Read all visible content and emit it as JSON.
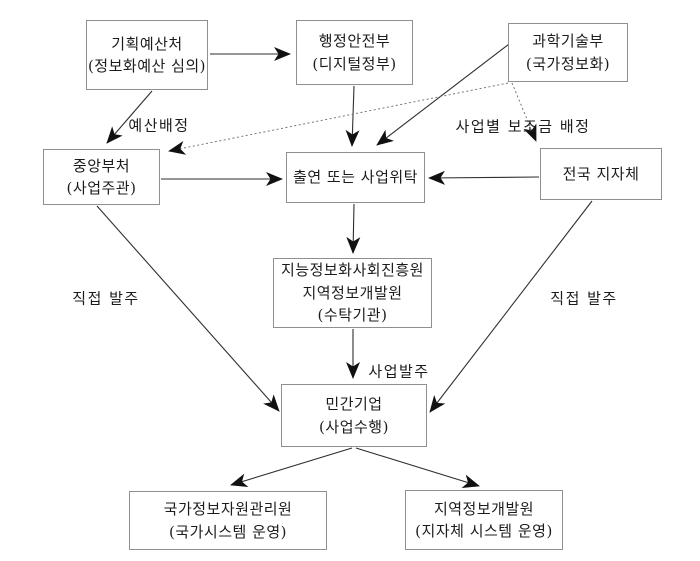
{
  "diagram": {
    "background_color": "#ffffff",
    "box_fill_color": "#ffffff",
    "box_border_color": "#8f8f8f",
    "line_color": "#2e2e2e",
    "dotted_line_color": "#6a6a6a",
    "arrowhead_color": "#111111",
    "text_color": "#1c1c1c"
  },
  "nodes": [
    {
      "id": "planning-budget-office",
      "lines": [
        "기획예산처",
        "(정보화예산 심의)"
      ]
    },
    {
      "id": "ministry-interior-safety",
      "lines": [
        "행정안전부",
        "(디지털정부)"
      ]
    },
    {
      "id": "ministry-science-tech",
      "lines": [
        "과학기술부",
        "(국가정보화)"
      ]
    },
    {
      "id": "central-ministries",
      "lines": [
        "중앙부처",
        "(사업주관)"
      ]
    },
    {
      "id": "contribution-or-consignment",
      "lines": [
        "출연 또는 사업위탁"
      ]
    },
    {
      "id": "nationwide-local-governments",
      "lines": [
        "전국 지자체"
      ]
    },
    {
      "id": "trustee-agency",
      "lines": [
        "지능정보화사회진흥원",
        "지역정보개발원",
        "(수탁기관)"
      ]
    },
    {
      "id": "private-companies",
      "lines": [
        "민간기업",
        "(사업수행)"
      ]
    },
    {
      "id": "national-info-resources-svc",
      "lines": [
        "국가정보자원관리원",
        "(국가시스템 운영)"
      ]
    },
    {
      "id": "local-info-development-inst",
      "lines": [
        "지역정보개발원",
        "(지자체 시스템 운영)"
      ]
    }
  ],
  "edge_labels": {
    "budget_allocation": "예산배정",
    "subsidy_allocation": "사업별 보조금 배정",
    "direct_order_left": "직접 발주",
    "direct_order_right": "직접 발주",
    "project_order": "사업발주"
  },
  "edges": [
    {
      "from": "planning-budget-office",
      "to": "ministry-interior-safety",
      "style": "solid",
      "label": ""
    },
    {
      "from": "planning-budget-office",
      "to": "central-ministries",
      "style": "solid",
      "label": "예산배정"
    },
    {
      "from": "ministry-interior-safety",
      "to": "contribution-or-consignment",
      "style": "solid",
      "label": ""
    },
    {
      "from": "ministry-science-tech",
      "to": "contribution-or-consignment",
      "style": "solid",
      "label": ""
    },
    {
      "from": "ministry-science-tech",
      "to": "central-ministries",
      "style": "dotted",
      "label": ""
    },
    {
      "from": "ministry-science-tech",
      "to": "nationwide-local-governments",
      "style": "dotted",
      "label": "사업별 보조금 배정"
    },
    {
      "from": "central-ministries",
      "to": "contribution-or-consignment",
      "style": "solid",
      "label": ""
    },
    {
      "from": "nationwide-local-governments",
      "to": "contribution-or-consignment",
      "style": "solid",
      "label": ""
    },
    {
      "from": "contribution-or-consignment",
      "to": "trustee-agency",
      "style": "solid",
      "label": ""
    },
    {
      "from": "trustee-agency",
      "to": "private-companies",
      "style": "solid",
      "label": "사업발주"
    },
    {
      "from": "central-ministries",
      "to": "private-companies",
      "style": "solid",
      "label": "직접 발주"
    },
    {
      "from": "nationwide-local-governments",
      "to": "private-companies",
      "style": "solid",
      "label": "직접 발주"
    },
    {
      "from": "private-companies",
      "to": "national-info-resources-svc",
      "style": "solid",
      "label": ""
    },
    {
      "from": "private-companies",
      "to": "local-info-development-inst",
      "style": "solid",
      "label": ""
    }
  ]
}
